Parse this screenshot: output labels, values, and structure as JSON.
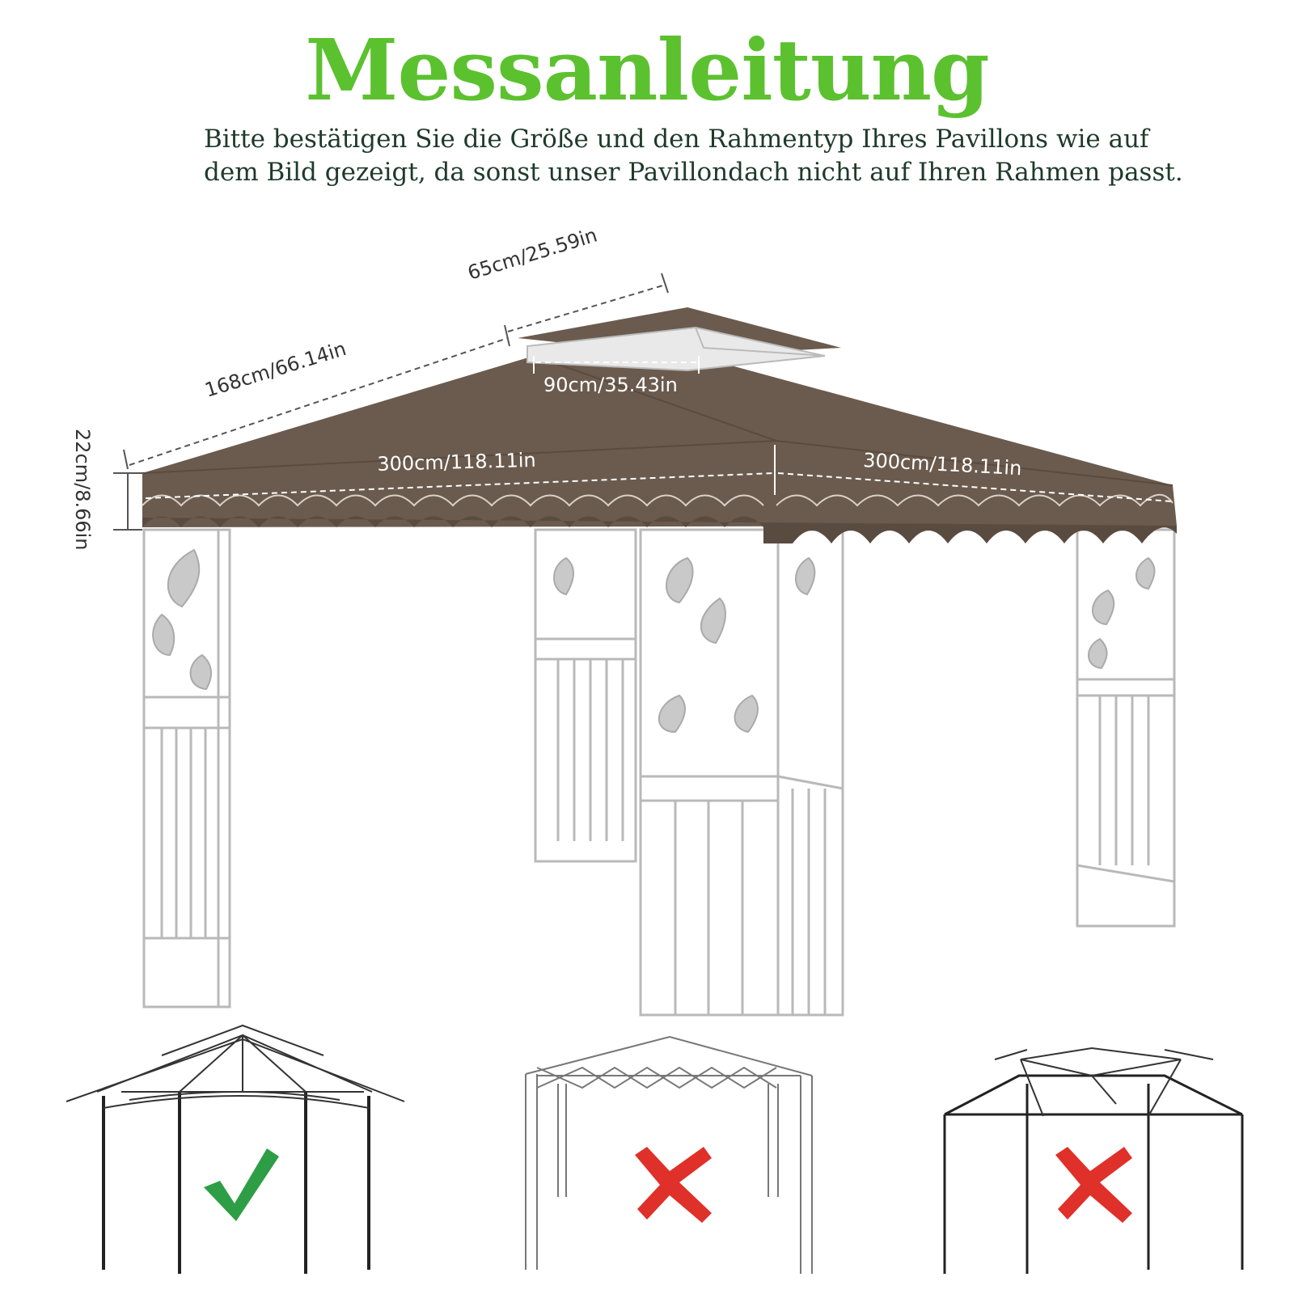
{
  "title": "Messanleitung",
  "subtitle": {
    "line1": "Bitte bestätigen Sie die Größe und den Rahmentyp Ihres Pavillons wie auf",
    "line2": "dem Bild gezeigt, da sonst unser Pavillondach nicht auf Ihren Rahmen passt."
  },
  "dimensions": {
    "top_width": "65cm/25.59in",
    "slope_length": "168cm/66.14in",
    "vent_width": "90cm/35.43in",
    "front_width": "300cm/118.11in",
    "side_width": "300cm/118.11in",
    "valance_height": "22cm/8.66in"
  },
  "frame_types": [
    {
      "name": "double-tier-arched-frame",
      "status": "compatible",
      "mark": "check-icon"
    },
    {
      "name": "pop-up-scissor-frame",
      "status": "incompatible",
      "mark": "cross-icon"
    },
    {
      "name": "peaked-hexagon-frame",
      "status": "incompatible",
      "mark": "cross-icon"
    }
  ],
  "colors": {
    "title_green": "#5cc12f",
    "canopy_brown": "#6b5b4e",
    "check_green": "#2e9e46",
    "cross_red": "#e0302a",
    "frame_grey": "#b9b9b9",
    "frame_dark": "#333333"
  }
}
